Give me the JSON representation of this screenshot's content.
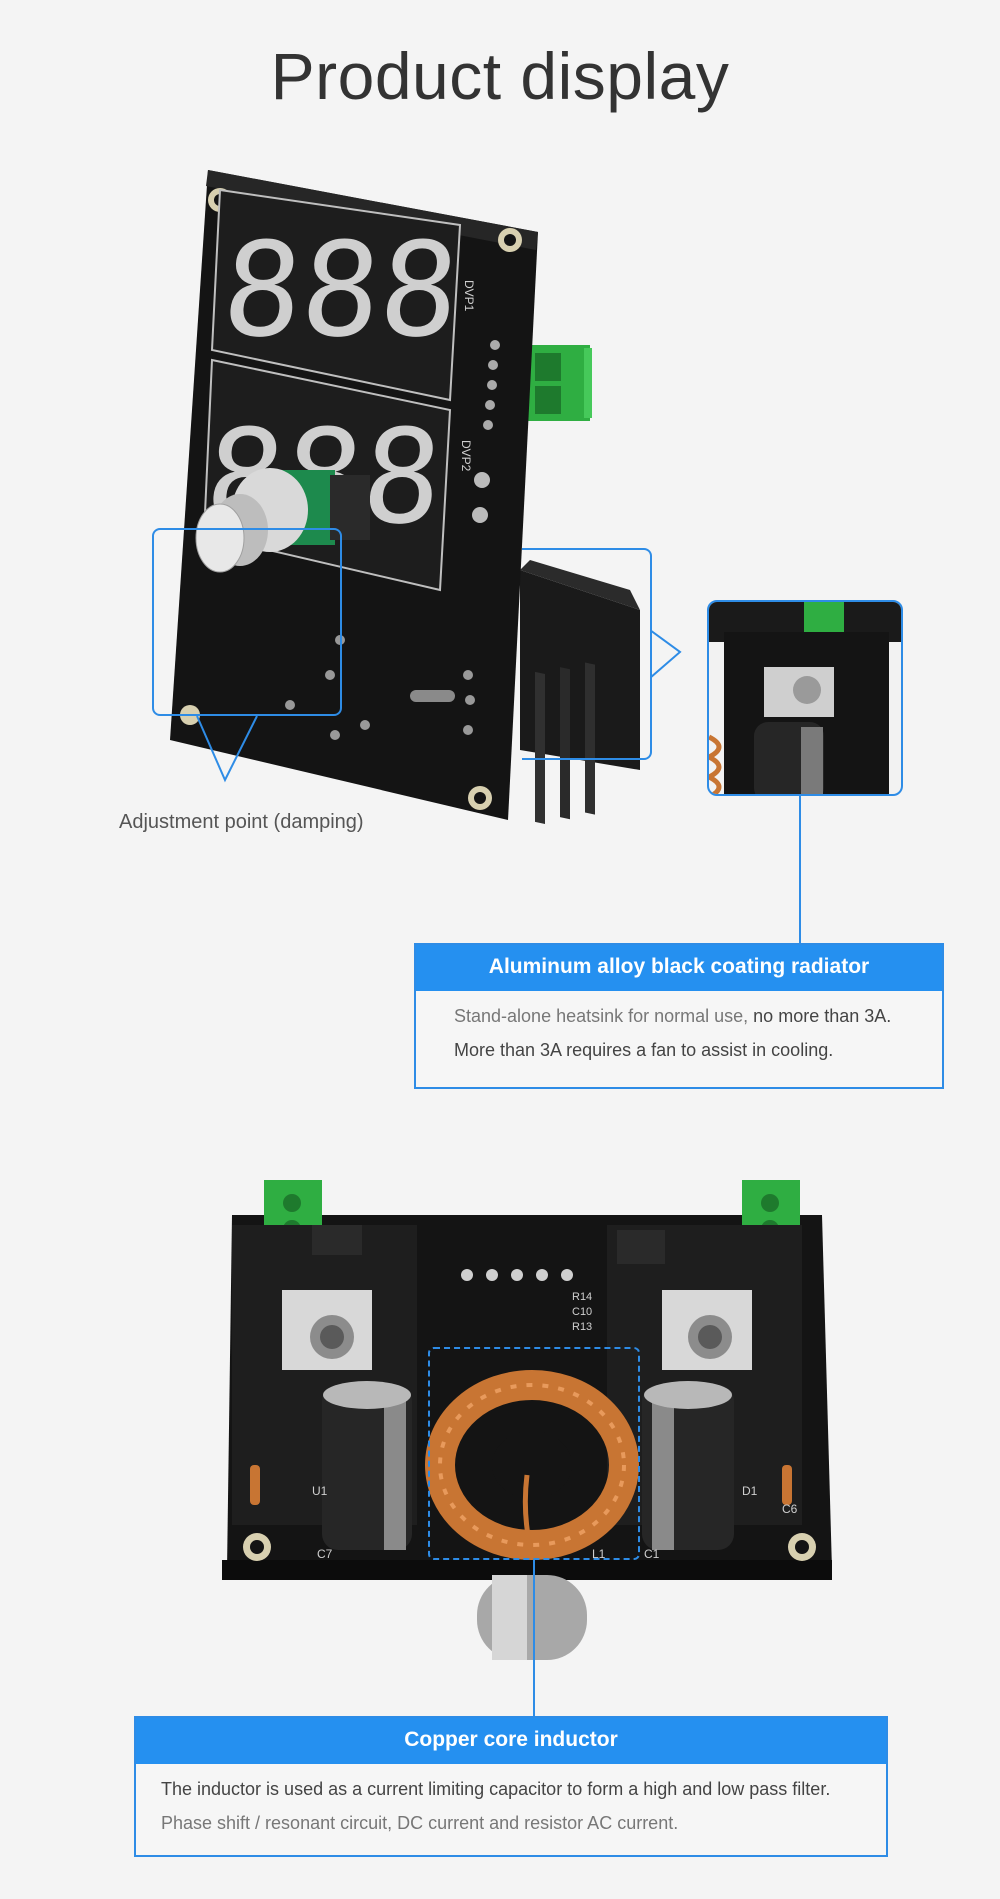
{
  "page": {
    "title": "Product display",
    "accent_color": "#2590f0"
  },
  "callout_damping": {
    "label": "Adjustment point (damping)"
  },
  "callout_radiator": {
    "heading": "Aluminum alloy black coating radiator",
    "line1_a": "Stand-alone heatsink for normal use, ",
    "line1_b": "no more than 3A.",
    "line2": "More than 3A requires a fan to assist in cooling."
  },
  "callout_inductor": {
    "heading": "Copper core inductor",
    "line1": "The inductor is used as a current limiting capacitor to form a high and low pass filter.",
    "line2": "Phase shift / resonant circuit, DC current and resistor AC current."
  },
  "board_top": {
    "silkscreen_1": "DVP1",
    "silkscreen_2": "DVP2"
  },
  "board_bottom": {
    "silkscreen_u1": "U1",
    "silkscreen_c7": "C7",
    "silkscreen_c1": "C1",
    "silkscreen_d1": "D1",
    "silkscreen_c6": "C6",
    "silkscreen_r1": "R14",
    "silkscreen_r2": "C10",
    "silkscreen_r3": "R13",
    "silkscreen_l1": "L1"
  }
}
